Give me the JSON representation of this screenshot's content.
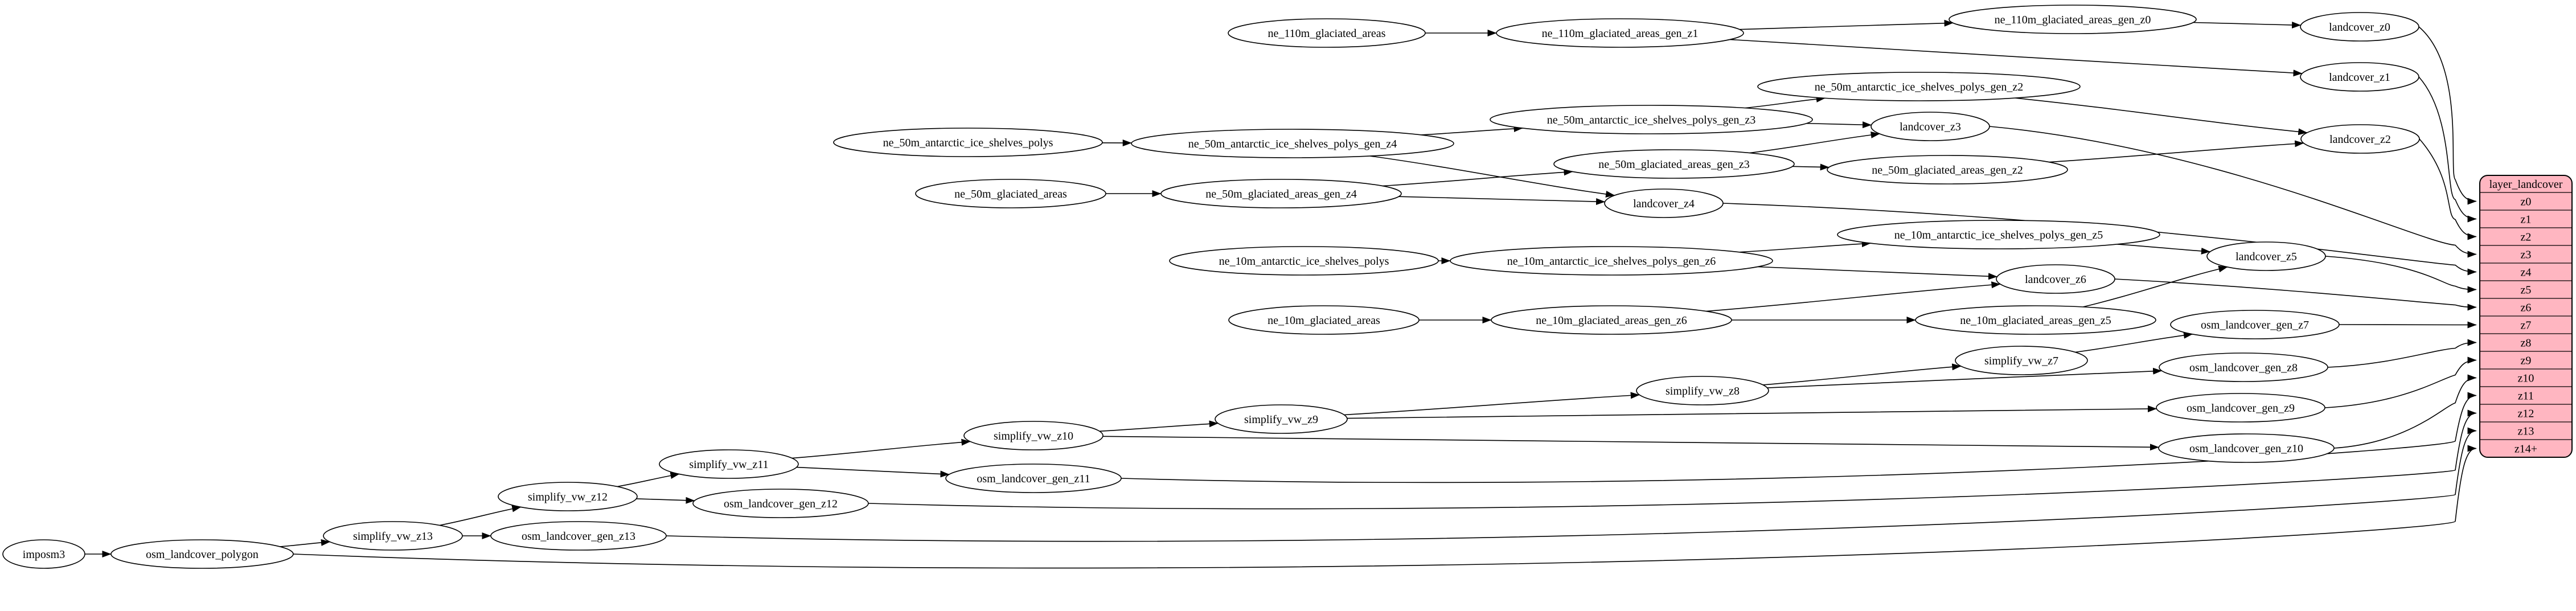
{
  "graph": {
    "colors": {
      "node_fill": "#ffffff",
      "node_stroke": "#000000",
      "edge_stroke": "#000000",
      "table_fill": "#ffb6c1",
      "table_stroke": "#000000"
    },
    "nodes": [
      {
        "id": "imposm3",
        "label": "imposm3"
      },
      {
        "id": "osm_landcover_polygon",
        "label": "osm_landcover_polygon"
      },
      {
        "id": "simplify_vw_z13",
        "label": "simplify_vw_z13"
      },
      {
        "id": "osm_landcover_gen_z13",
        "label": "osm_landcover_gen_z13"
      },
      {
        "id": "simplify_vw_z12",
        "label": "simplify_vw_z12"
      },
      {
        "id": "osm_landcover_gen_z12",
        "label": "osm_landcover_gen_z12"
      },
      {
        "id": "simplify_vw_z11",
        "label": "simplify_vw_z11"
      },
      {
        "id": "osm_landcover_gen_z11",
        "label": "osm_landcover_gen_z11"
      },
      {
        "id": "simplify_vw_z10",
        "label": "simplify_vw_z10"
      },
      {
        "id": "osm_landcover_gen_z10",
        "label": "osm_landcover_gen_z10"
      },
      {
        "id": "simplify_vw_z9",
        "label": "simplify_vw_z9"
      },
      {
        "id": "osm_landcover_gen_z9",
        "label": "osm_landcover_gen_z9"
      },
      {
        "id": "simplify_vw_z8",
        "label": "simplify_vw_z8"
      },
      {
        "id": "osm_landcover_gen_z8",
        "label": "osm_landcover_gen_z8"
      },
      {
        "id": "simplify_vw_z7",
        "label": "simplify_vw_z7"
      },
      {
        "id": "osm_landcover_gen_z7",
        "label": "osm_landcover_gen_z7"
      },
      {
        "id": "ne_110m_glaciated_areas",
        "label": "ne_110m_glaciated_areas"
      },
      {
        "id": "ne_110m_glaciated_areas_gen_z1",
        "label": "ne_110m_glaciated_areas_gen_z1"
      },
      {
        "id": "ne_110m_glaciated_areas_gen_z0",
        "label": "ne_110m_glaciated_areas_gen_z0"
      },
      {
        "id": "landcover_z0",
        "label": "landcover_z0"
      },
      {
        "id": "landcover_z1",
        "label": "landcover_z1"
      },
      {
        "id": "landcover_z2",
        "label": "landcover_z2"
      },
      {
        "id": "ne_50m_antarctic_ice_shelves_polys",
        "label": "ne_50m_antarctic_ice_shelves_polys"
      },
      {
        "id": "ne_50m_antarctic_ice_shelves_polys_gen_z4",
        "label": "ne_50m_antarctic_ice_shelves_polys_gen_z4"
      },
      {
        "id": "ne_50m_antarctic_ice_shelves_polys_gen_z3",
        "label": "ne_50m_antarctic_ice_shelves_polys_gen_z3"
      },
      {
        "id": "ne_50m_antarctic_ice_shelves_polys_gen_z2",
        "label": "ne_50m_antarctic_ice_shelves_polys_gen_z2"
      },
      {
        "id": "ne_50m_glaciated_areas",
        "label": "ne_50m_glaciated_areas"
      },
      {
        "id": "ne_50m_glaciated_areas_gen_z4",
        "label": "ne_50m_glaciated_areas_gen_z4"
      },
      {
        "id": "ne_50m_glaciated_areas_gen_z3",
        "label": "ne_50m_glaciated_areas_gen_z3"
      },
      {
        "id": "ne_50m_glaciated_areas_gen_z2",
        "label": "ne_50m_glaciated_areas_gen_z2"
      },
      {
        "id": "landcover_z3",
        "label": "landcover_z3"
      },
      {
        "id": "landcover_z4",
        "label": "landcover_z4"
      },
      {
        "id": "ne_10m_antarctic_ice_shelves_polys",
        "label": "ne_10m_antarctic_ice_shelves_polys"
      },
      {
        "id": "ne_10m_antarctic_ice_shelves_polys_gen_z6",
        "label": "ne_10m_antarctic_ice_shelves_polys_gen_z6"
      },
      {
        "id": "ne_10m_antarctic_ice_shelves_polys_gen_z5",
        "label": "ne_10m_antarctic_ice_shelves_polys_gen_z5"
      },
      {
        "id": "landcover_z5",
        "label": "landcover_z5"
      },
      {
        "id": "landcover_z6",
        "label": "landcover_z6"
      },
      {
        "id": "ne_10m_glaciated_areas",
        "label": "ne_10m_glaciated_areas"
      },
      {
        "id": "ne_10m_glaciated_areas_gen_z6",
        "label": "ne_10m_glaciated_areas_gen_z6"
      },
      {
        "id": "ne_10m_glaciated_areas_gen_z5",
        "label": "ne_10m_glaciated_areas_gen_z5"
      }
    ],
    "edges": [
      {
        "from": "imposm3",
        "to": "osm_landcover_polygon"
      },
      {
        "from": "osm_landcover_polygon",
        "to": "simplify_vw_z13"
      },
      {
        "from": "osm_landcover_polygon",
        "to": "table:z14+"
      },
      {
        "from": "simplify_vw_z13",
        "to": "osm_landcover_gen_z13"
      },
      {
        "from": "simplify_vw_z13",
        "to": "simplify_vw_z12"
      },
      {
        "from": "osm_landcover_gen_z13",
        "to": "table:z13"
      },
      {
        "from": "simplify_vw_z12",
        "to": "osm_landcover_gen_z12"
      },
      {
        "from": "simplify_vw_z12",
        "to": "simplify_vw_z11"
      },
      {
        "from": "osm_landcover_gen_z12",
        "to": "table:z12"
      },
      {
        "from": "simplify_vw_z11",
        "to": "osm_landcover_gen_z11"
      },
      {
        "from": "simplify_vw_z11",
        "to": "simplify_vw_z10"
      },
      {
        "from": "osm_landcover_gen_z11",
        "to": "table:z11"
      },
      {
        "from": "simplify_vw_z10",
        "to": "osm_landcover_gen_z10"
      },
      {
        "from": "simplify_vw_z10",
        "to": "simplify_vw_z9"
      },
      {
        "from": "osm_landcover_gen_z10",
        "to": "table:z10"
      },
      {
        "from": "simplify_vw_z9",
        "to": "osm_landcover_gen_z9"
      },
      {
        "from": "simplify_vw_z9",
        "to": "simplify_vw_z8"
      },
      {
        "from": "osm_landcover_gen_z9",
        "to": "table:z9"
      },
      {
        "from": "simplify_vw_z8",
        "to": "osm_landcover_gen_z8"
      },
      {
        "from": "simplify_vw_z8",
        "to": "simplify_vw_z7"
      },
      {
        "from": "osm_landcover_gen_z8",
        "to": "table:z8"
      },
      {
        "from": "simplify_vw_z7",
        "to": "osm_landcover_gen_z7"
      },
      {
        "from": "osm_landcover_gen_z7",
        "to": "table:z7"
      },
      {
        "from": "ne_110m_glaciated_areas",
        "to": "ne_110m_glaciated_areas_gen_z1"
      },
      {
        "from": "ne_110m_glaciated_areas_gen_z1",
        "to": "ne_110m_glaciated_areas_gen_z0"
      },
      {
        "from": "ne_110m_glaciated_areas_gen_z1",
        "to": "landcover_z1"
      },
      {
        "from": "ne_110m_glaciated_areas_gen_z0",
        "to": "landcover_z0"
      },
      {
        "from": "landcover_z0",
        "to": "table:z0"
      },
      {
        "from": "landcover_z1",
        "to": "table:z1"
      },
      {
        "from": "ne_50m_antarctic_ice_shelves_polys",
        "to": "ne_50m_antarctic_ice_shelves_polys_gen_z4"
      },
      {
        "from": "ne_50m_antarctic_ice_shelves_polys_gen_z4",
        "to": "ne_50m_antarctic_ice_shelves_polys_gen_z3"
      },
      {
        "from": "ne_50m_antarctic_ice_shelves_polys_gen_z4",
        "to": "landcover_z4"
      },
      {
        "from": "ne_50m_antarctic_ice_shelves_polys_gen_z3",
        "to": "ne_50m_antarctic_ice_shelves_polys_gen_z2"
      },
      {
        "from": "ne_50m_antarctic_ice_shelves_polys_gen_z3",
        "to": "landcover_z3"
      },
      {
        "from": "ne_50m_antarctic_ice_shelves_polys_gen_z2",
        "to": "landcover_z2"
      },
      {
        "from": "ne_50m_glaciated_areas",
        "to": "ne_50m_glaciated_areas_gen_z4"
      },
      {
        "from": "ne_50m_glaciated_areas_gen_z4",
        "to": "ne_50m_glaciated_areas_gen_z3"
      },
      {
        "from": "ne_50m_glaciated_areas_gen_z4",
        "to": "landcover_z4"
      },
      {
        "from": "ne_50m_glaciated_areas_gen_z3",
        "to": "ne_50m_glaciated_areas_gen_z2"
      },
      {
        "from": "ne_50m_glaciated_areas_gen_z3",
        "to": "landcover_z3"
      },
      {
        "from": "ne_50m_glaciated_areas_gen_z2",
        "to": "landcover_z2"
      },
      {
        "from": "landcover_z2",
        "to": "table:z2"
      },
      {
        "from": "landcover_z3",
        "to": "table:z3"
      },
      {
        "from": "landcover_z4",
        "to": "table:z4"
      },
      {
        "from": "ne_10m_antarctic_ice_shelves_polys",
        "to": "ne_10m_antarctic_ice_shelves_polys_gen_z6"
      },
      {
        "from": "ne_10m_antarctic_ice_shelves_polys_gen_z6",
        "to": "ne_10m_antarctic_ice_shelves_polys_gen_z5"
      },
      {
        "from": "ne_10m_antarctic_ice_shelves_polys_gen_z6",
        "to": "landcover_z6"
      },
      {
        "from": "ne_10m_antarctic_ice_shelves_polys_gen_z5",
        "to": "landcover_z5"
      },
      {
        "from": "ne_10m_glaciated_areas",
        "to": "ne_10m_glaciated_areas_gen_z6"
      },
      {
        "from": "ne_10m_glaciated_areas_gen_z6",
        "to": "ne_10m_glaciated_areas_gen_z5"
      },
      {
        "from": "ne_10m_glaciated_areas_gen_z6",
        "to": "landcover_z6"
      },
      {
        "from": "ne_10m_glaciated_areas_gen_z5",
        "to": "landcover_z5"
      },
      {
        "from": "landcover_z5",
        "to": "table:z5"
      },
      {
        "from": "landcover_z6",
        "to": "table:z6"
      }
    ],
    "table": {
      "title": "layer_landcover",
      "rows": [
        "z0",
        "z1",
        "z2",
        "z3",
        "z4",
        "z5",
        "z6",
        "z7",
        "z8",
        "z9",
        "z10",
        "z11",
        "z12",
        "z13",
        "z14+"
      ]
    }
  }
}
